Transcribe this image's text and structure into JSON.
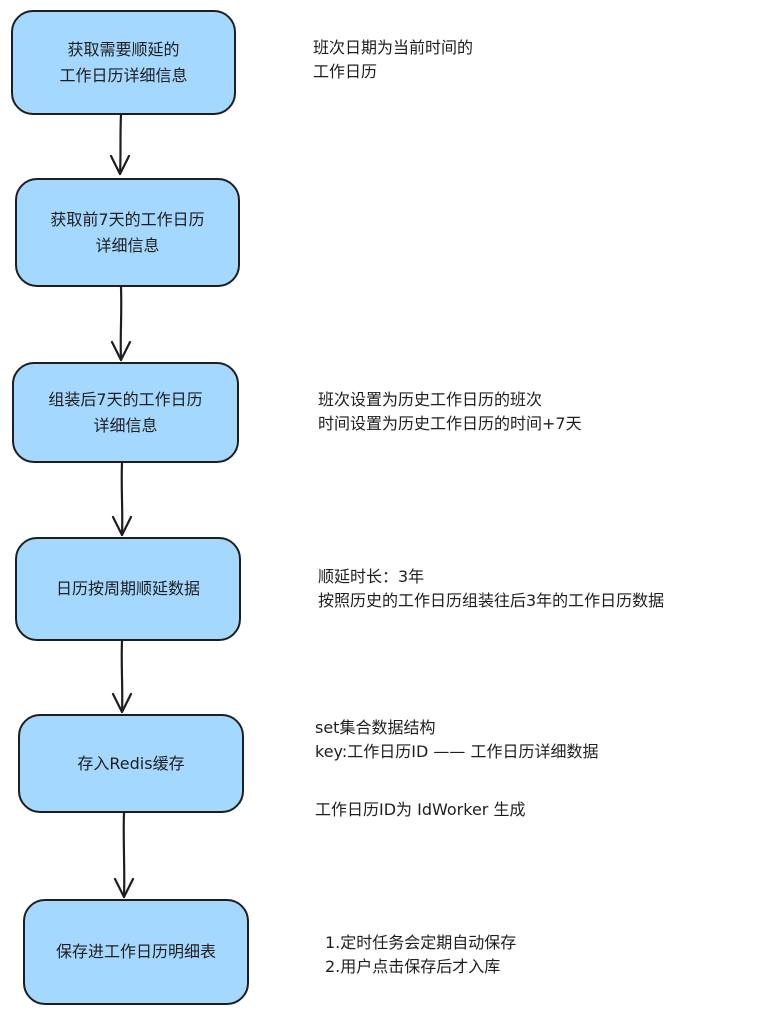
{
  "steps": [
    {
      "line1": "获取需要顺延的",
      "line2": "工作日历详细信息"
    },
    {
      "line1": "获取前7天的工作日历",
      "line2": "详细信息"
    },
    {
      "line1": "组装后7天的工作日历",
      "line2": "详细信息"
    },
    {
      "line1": "日历按周期顺延数据",
      "line2": ""
    },
    {
      "line1": "存入Redis缓存",
      "line2": ""
    },
    {
      "line1": "保存进工作日历明细表",
      "line2": ""
    }
  ],
  "notes": {
    "step1": [
      "班次日期为当前时间的",
      "工作日历"
    ],
    "step3": [
      "班次设置为历史工作日历的班次",
      "时间设置为历史工作日历的时间+7天"
    ],
    "step4": [
      "顺延时长：3年",
      "按照历史的工作日历组装往后3年的工作日历数据"
    ],
    "step5": [
      "set集合数据结构",
      "key:工作日历ID —— 工作日历详细数据"
    ],
    "step5_extra": "工作日历ID为 IdWorker 生成",
    "step6": [
      "1.定时任务会定期自动保存",
      "2.用户点击保存后才入库"
    ]
  },
  "colors": {
    "node_fill": "#a5d8ff",
    "stroke": "#1e1e1e"
  }
}
